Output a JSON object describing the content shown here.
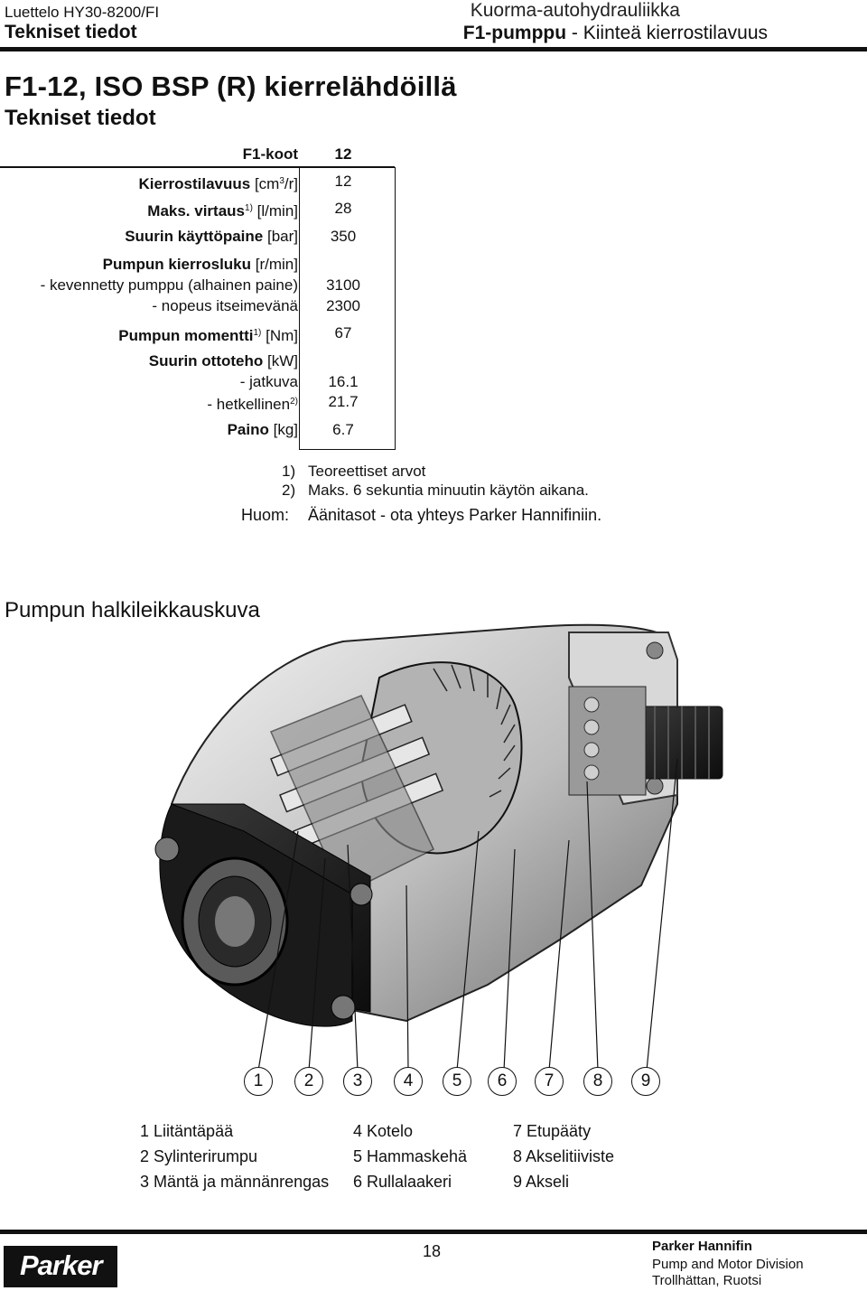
{
  "header": {
    "catalog": "Luettelo HY30-8200/FI",
    "section": "Tekniset tiedot",
    "category": "Kuorma-autohydrauliikka",
    "product_bold": "F1-pumppu",
    "product_rest": " - Kiinteä kierrostilavuus"
  },
  "title": "F1-12, ISO BSP (R) kierrelähdöillä",
  "subtitle": "Tekniset tiedot",
  "specs": {
    "size_label": "F1-koot",
    "size_value": "12",
    "displacement_label_b": "Kierrostilavuus",
    "displacement_unit": "[cm",
    "displacement_unit_sup": "3",
    "displacement_unit_end": "/r]",
    "displacement_value": "12",
    "flow_label_b": "Maks. virtaus",
    "flow_sup": "1)",
    "flow_unit": "[l/min]",
    "flow_value": "28",
    "pressure_label_b": "Suurin käyttöpaine",
    "pressure_unit": "[bar]",
    "pressure_value": "350",
    "speed_label_b": "Pumpun kierrosluku",
    "speed_unit": "[r/min]",
    "speed_unloaded": "- kevennetty pumppu (alhainen paine)",
    "speed_unloaded_value": "3100",
    "speed_selfprime": "- nopeus itseimevänä",
    "speed_selfprime_value": "2300",
    "torque_label_b": "Pumpun momentti",
    "torque_sup": "1)",
    "torque_unit": "[Nm]",
    "torque_value": "67",
    "power_label_b": "Suurin ottoteho",
    "power_unit": "[kW]",
    "power_cont": "- jatkuva",
    "power_cont_value": "16.1",
    "power_peak": "- hetkellinen",
    "power_peak_sup": "2)",
    "power_peak_value": "21.7",
    "weight_label_b": "Paino",
    "weight_unit": "[kg]",
    "weight_value": "6.7"
  },
  "notes": {
    "n1_key": "1)",
    "n1_text": "Teoreettiset arvot",
    "n2_key": "2)",
    "n2_text": "Maks. 6 sekuntia minuutin käytön aikana.",
    "n3_key": "Huom:",
    "n3_text": "Äänitasot - ota yhteys Parker Hannifiniin."
  },
  "section_title": "Pumpun halkileikkauskuva",
  "callouts": [
    "1",
    "2",
    "3",
    "4",
    "5",
    "6",
    "7",
    "8",
    "9"
  ],
  "legend": [
    "1 Liitäntäpää",
    "2 Sylinterirumpu",
    "3 Mäntä ja männänrengas",
    "4 Kotelo",
    "5 Hammaskehä",
    "6 Rullalaakeri",
    "7 Etupääty",
    "8 Akselitiiviste",
    "9 Akseli"
  ],
  "footer": {
    "page": "18",
    "company": "Parker Hannifin",
    "division": "Pump and Motor Division",
    "city": "Trollhättan, Ruotsi",
    "logo_text": "Parker"
  }
}
